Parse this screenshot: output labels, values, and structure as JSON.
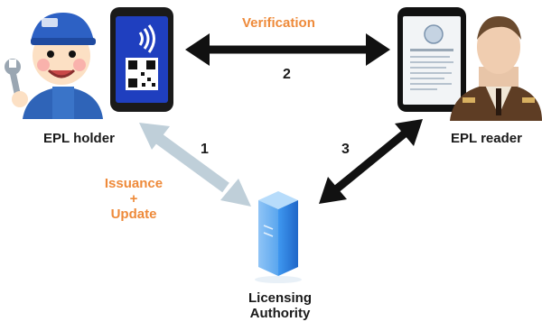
{
  "actors": {
    "holder": {
      "label": "EPL holder",
      "icon": "mechanic-holding-wrench-icon"
    },
    "reader": {
      "label": "EPL reader",
      "icon": "officer-uniform-icon"
    },
    "authority": {
      "line1": "Licensing",
      "line2": "Authority",
      "icon": "server-tower-icon"
    }
  },
  "devices": {
    "holder_phone": {
      "icon": "phone-nfc-qr-icon"
    },
    "reader_phone": {
      "icon": "phone-license-document-icon"
    }
  },
  "flows": {
    "verification": {
      "label": "Verification",
      "step": "2"
    },
    "issuance": {
      "line1": "Issuance",
      "line2": "+",
      "line3": "Update",
      "step": "1"
    },
    "reader_authority": {
      "step": "3"
    }
  },
  "colors": {
    "accent_text": "#ee8a3a",
    "arrow_dark": "#111111",
    "arrow_light": "#bfcfd9",
    "phone_blue": "#1f3fbf",
    "server_blue": "#2a78d6"
  }
}
